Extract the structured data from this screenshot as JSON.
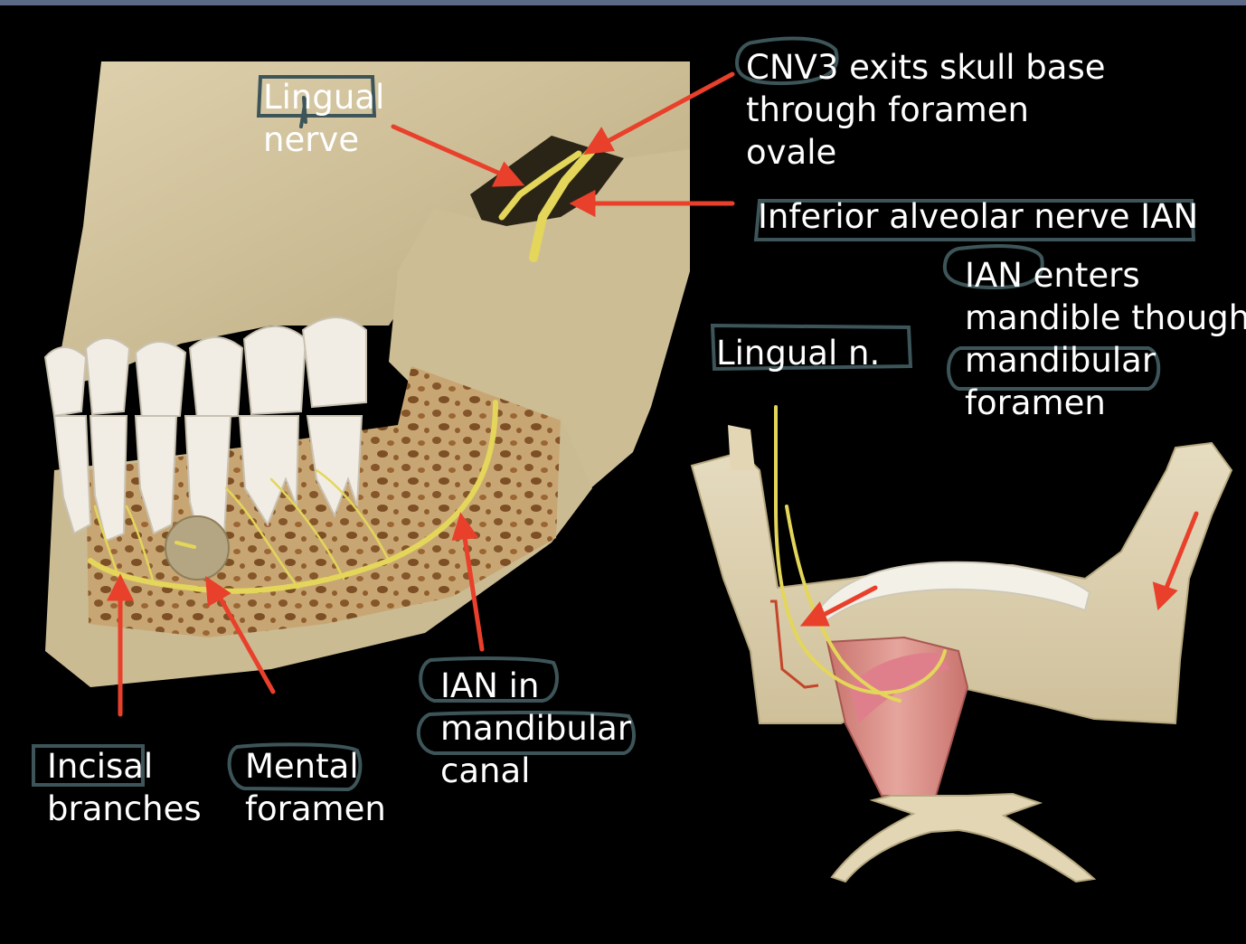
{
  "labels": {
    "lingual_nerve": [
      "Lingual",
      "nerve"
    ],
    "cnv3": [
      "CNV3 exits skull base",
      "through foramen",
      "ovale"
    ],
    "ian": [
      "Inferior alveolar nerve IAN"
    ],
    "ian_enters": [
      "IAN enters",
      "mandible though",
      "mandibular",
      "foramen"
    ],
    "lingual_n": [
      "Lingual n."
    ],
    "incisal": [
      "Incisal",
      "branches"
    ],
    "mental": [
      "Mental",
      "foramen"
    ],
    "ian_canal": [
      "IAN in",
      "mandibular",
      "canal"
    ]
  },
  "colors": {
    "background": "#000000",
    "bone": "#d6c8a2",
    "cancellous_bone": "#c9a771",
    "marrow": "#8a5a2a",
    "nerve": "#e3d65a",
    "tooth": "#f1ede4",
    "muscle": "#d98a86",
    "arrow": "#e8402b",
    "annotation": "#3d5559"
  }
}
